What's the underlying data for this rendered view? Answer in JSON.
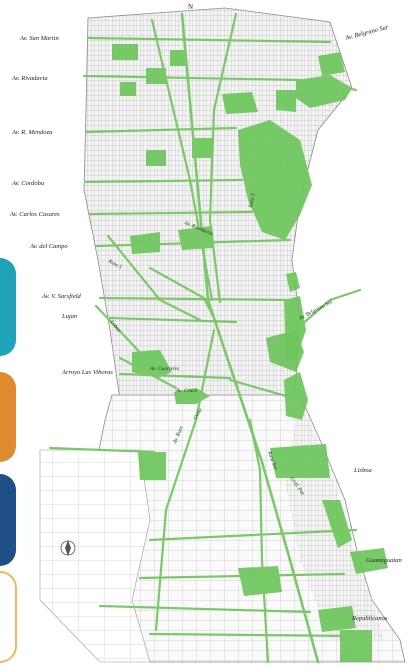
{
  "colors": {
    "green_space": "#6cc45a",
    "road": "#7bc86a",
    "block_line": "#9a9a9a",
    "tab_teal": "#1fa3b8",
    "tab_orange": "#de8a2f",
    "tab_navy": "#1f4f86",
    "tab_outline": "#f1b860"
  },
  "map": {
    "north_marker": "N",
    "labels": {
      "san_martin": "Av. San Martin",
      "rivadavia": "Av. Rivadavia",
      "mendoza": "Av. R. Mendoza",
      "cordoba": "Av. Cordoba",
      "carlos_casares": "Av. Carlos Casares",
      "del_campo": "Av. del Campo",
      "v_sarsfield": "Av. V. Sarsfield",
      "belgrano_top": "Av. Belgrano Sur",
      "belgrano_mid": "Av. Belgrano Sur",
      "lujan": "Lujan",
      "arroyo": "Arroyo Las Viboras",
      "lobos": "Lobos",
      "cuarteles": "Av. Cuarteles",
      "cruce": "Av. Cruce",
      "ruta_3": "Ruta 3",
      "av_rivadavia_diag": "Av. Rivadavia",
      "ruta_5": "Ruta 5",
      "ruta_av": "Av. Ruta",
      "ruta_sur": "Ruta Sur",
      "gral_paz": "Gral. Paz",
      "oeste": "Oeste",
      "lisboa": "Lisboa",
      "guanaguatan": "Guanaguatan",
      "republicanos": "Republicanos"
    }
  }
}
